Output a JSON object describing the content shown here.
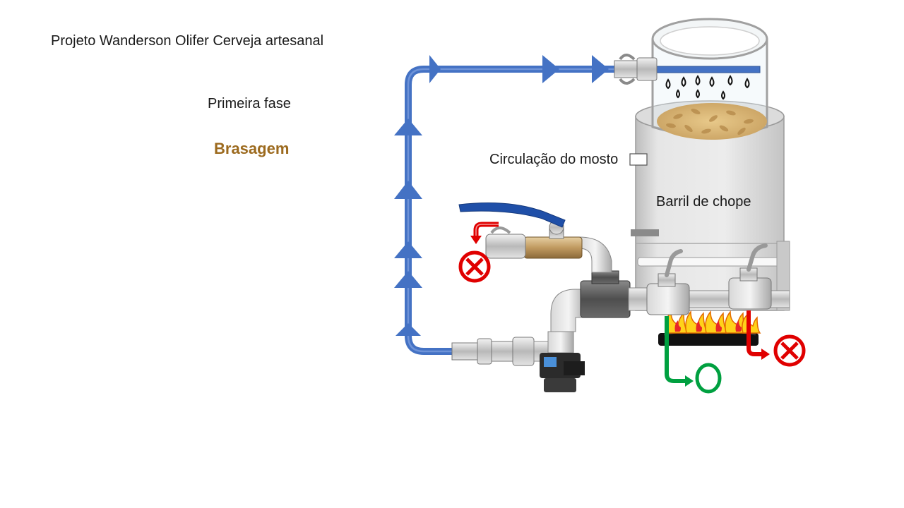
{
  "slide": {
    "project_title": "Projeto Wanderson Olifer Cerveja artesanal",
    "phase_label": "Primeira fase",
    "stage_label": "Brasagem"
  },
  "diagram": {
    "circulation_label": "Circulação do mosto",
    "barrel_label": "Barril de chope"
  },
  "colors": {
    "pipe": "#4472c4",
    "stage_text": "#9c6a1e",
    "closed_valve": "#e00000",
    "open_valve": "#00a040",
    "flame": "#ffd21a"
  },
  "icons": {
    "closed": "x-circle-icon",
    "open": "circle-icon"
  }
}
